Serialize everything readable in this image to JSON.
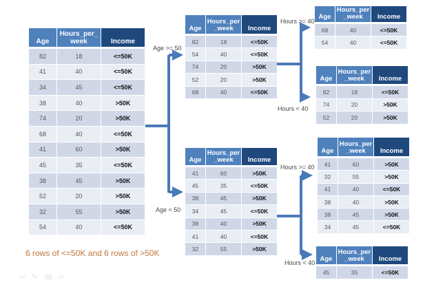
{
  "columns": [
    "Age",
    "Hours_per_ week",
    "Income"
  ],
  "columns_alt": [
    "Age",
    "Hours_per _week",
    "Income"
  ],
  "tables": {
    "root": {
      "rows": [
        [
          "82",
          "18",
          "<=50K"
        ],
        [
          "41",
          "40",
          "<=50K"
        ],
        [
          "34",
          "45",
          "<=50K"
        ],
        [
          "38",
          "40",
          ">50K"
        ],
        [
          "74",
          "20",
          ">50K"
        ],
        [
          "68",
          "40",
          "<=50K"
        ],
        [
          "41",
          "60",
          ">50K"
        ],
        [
          "45",
          "35",
          "<=50K"
        ],
        [
          "38",
          "45",
          ">50K"
        ],
        [
          "52",
          "20",
          ">50K"
        ],
        [
          "32",
          "55",
          ">50K"
        ],
        [
          "54",
          "40",
          "<=50K"
        ]
      ]
    },
    "age_ge_50": {
      "rows": [
        [
          "82",
          "18",
          "<=50K"
        ],
        [
          "54",
          "40",
          "<=50K"
        ],
        [
          "74",
          "20",
          ">50K"
        ],
        [
          "52",
          "20",
          ">50K"
        ],
        [
          "68",
          "40",
          "<=50K"
        ]
      ]
    },
    "age_ge_50_hours_ge_40": {
      "rows": [
        [
          "68",
          "40",
          "<=50K"
        ],
        [
          "54",
          "40",
          "<=50K"
        ]
      ]
    },
    "age_ge_50_hours_lt_40": {
      "rows": [
        [
          "82",
          "18",
          "<=50K"
        ],
        [
          "74",
          "20",
          ">50K"
        ],
        [
          "52",
          "20",
          ">50K"
        ]
      ]
    },
    "age_lt_50": {
      "rows": [
        [
          "41",
          "60",
          ">50K"
        ],
        [
          "45",
          "35",
          "<=50K"
        ],
        [
          "38",
          "45",
          ">50K"
        ],
        [
          "34",
          "45",
          "<=50K"
        ],
        [
          "38",
          "40",
          ">50K"
        ],
        [
          "41",
          "40",
          "<=50K"
        ],
        [
          "32",
          "55",
          ">50K"
        ]
      ]
    },
    "age_lt_50_hours_ge_40": {
      "rows": [
        [
          "41",
          "60",
          ">50K"
        ],
        [
          "32",
          "55",
          ">50K"
        ],
        [
          "41",
          "40",
          "<=50K"
        ],
        [
          "38",
          "40",
          ">50K"
        ],
        [
          "38",
          "45",
          ">50K"
        ],
        [
          "34",
          "45",
          "<=50K"
        ]
      ]
    },
    "age_lt_50_hours_lt_40": {
      "rows": [
        [
          "45",
          "35",
          "<=50K"
        ]
      ]
    }
  },
  "split_labels": {
    "age_ge_50": "Age >= 50",
    "age_lt_50": "Age < 50",
    "hours_ge_40_top": "Hours >= 40",
    "hours_lt_40_top": "Hours < 40",
    "hours_ge_40_bottom": "Hours >= 40",
    "hours_lt_40_bottom": "Hours < 40"
  },
  "caption": "6 rows of <=50K and 6 rows of >50K",
  "colors": {
    "header_light": "#4f81bd",
    "header_dark": "#1f497d",
    "row_odd": "#d0d8e8",
    "row_even": "#e9edf4",
    "arrow": "#4a7ab8",
    "caption": "#c0763e"
  },
  "footer_icons": [
    "back-arrow-icon",
    "pen-icon",
    "menu-icon",
    "forward-arrow-icon"
  ]
}
